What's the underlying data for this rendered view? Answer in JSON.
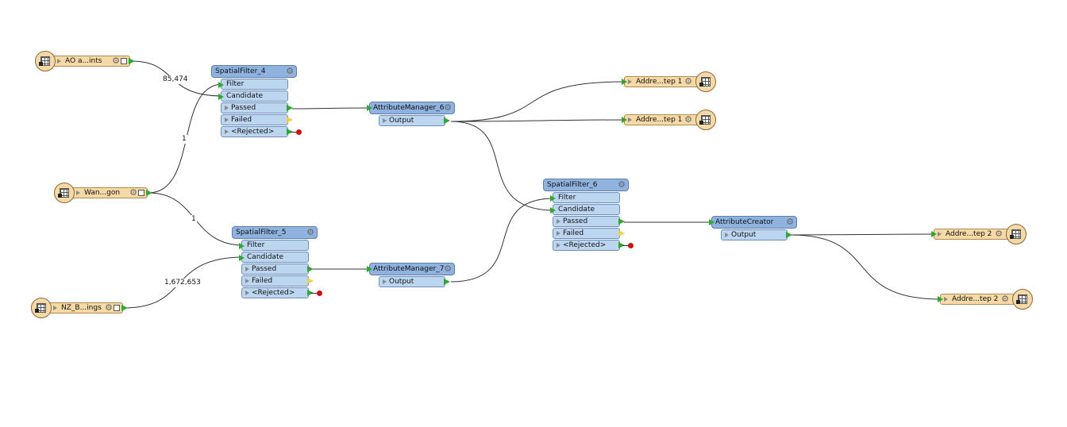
{
  "canvas": {
    "background": "#ffffff",
    "wire_color": "#333333",
    "port_color": "#2fa82f",
    "rejected_color": "#cc1111"
  },
  "readers": [
    {
      "id": "r1",
      "label": "AO a...ints"
    },
    {
      "id": "r2",
      "label": "Wan...gon"
    },
    {
      "id": "r3",
      "label": "NZ_B...ings"
    }
  ],
  "writers": [
    {
      "id": "w1",
      "label": "Addre...tep 1"
    },
    {
      "id": "w2",
      "label": "Addre...tep 1"
    },
    {
      "id": "w3",
      "label": "Addre...tep 2"
    },
    {
      "id": "w4",
      "label": "Addre...tep 2"
    }
  ],
  "transformers": {
    "sf4": {
      "title": "SpatialFilter_4",
      "ports": [
        "Filter",
        "Candidate",
        "Passed",
        "Failed",
        "<Rejected>"
      ]
    },
    "sf5": {
      "title": "SpatialFilter_5",
      "ports": [
        "Filter",
        "Candidate",
        "Passed",
        "Failed",
        "<Rejected>"
      ]
    },
    "sf6": {
      "title": "SpatialFilter_6",
      "ports": [
        "Filter",
        "Candidate",
        "Passed",
        "Failed",
        "<Rejected>"
      ]
    },
    "am6": {
      "title": "AttributeManager_6",
      "ports": [
        "Output"
      ]
    },
    "am7": {
      "title": "AttributeManager_7",
      "ports": [
        "Output"
      ]
    },
    "ac": {
      "title": "AttributeCreator",
      "ports": [
        "Output"
      ]
    }
  },
  "feature_counts": [
    "85,474",
    "1",
    "1",
    "1,672,653"
  ],
  "icons": {
    "reader": "table-icon",
    "writer": "table-icon",
    "parameters": "gear-icon"
  }
}
